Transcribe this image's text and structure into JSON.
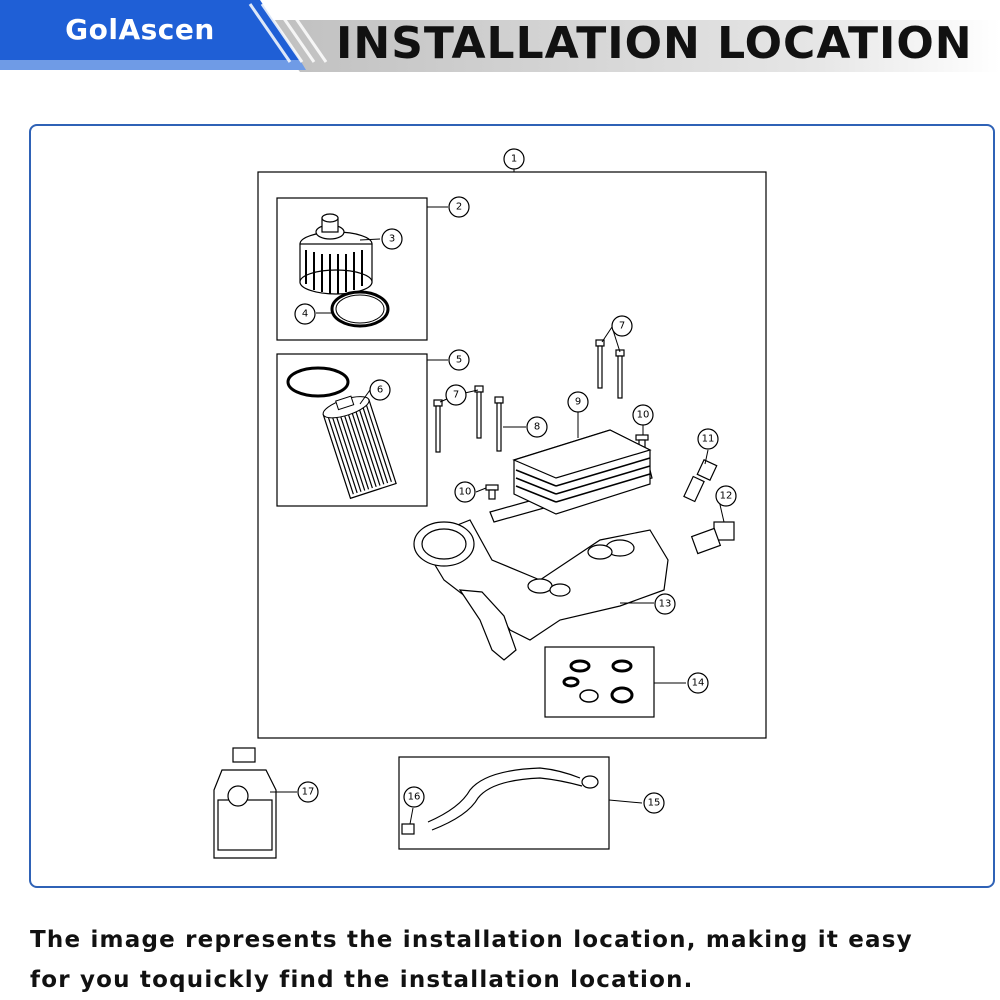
{
  "header": {
    "brand": "GolAscen",
    "title": "INSTALLATION LOCATION",
    "colors": {
      "brand_blue": "#1f5fd6",
      "banner_gray": "#c9c9c9",
      "frame_blue": "#2f62b6"
    }
  },
  "diagram": {
    "callouts": [
      "1",
      "2",
      "3",
      "4",
      "5",
      "6",
      "7",
      "7",
      "8",
      "9",
      "10",
      "10",
      "11",
      "12",
      "13",
      "14",
      "15",
      "16",
      "17"
    ]
  },
  "caption": {
    "line1": "The image represents the installation location, making it easy",
    "line2": "for you toquickly find the installation location."
  }
}
